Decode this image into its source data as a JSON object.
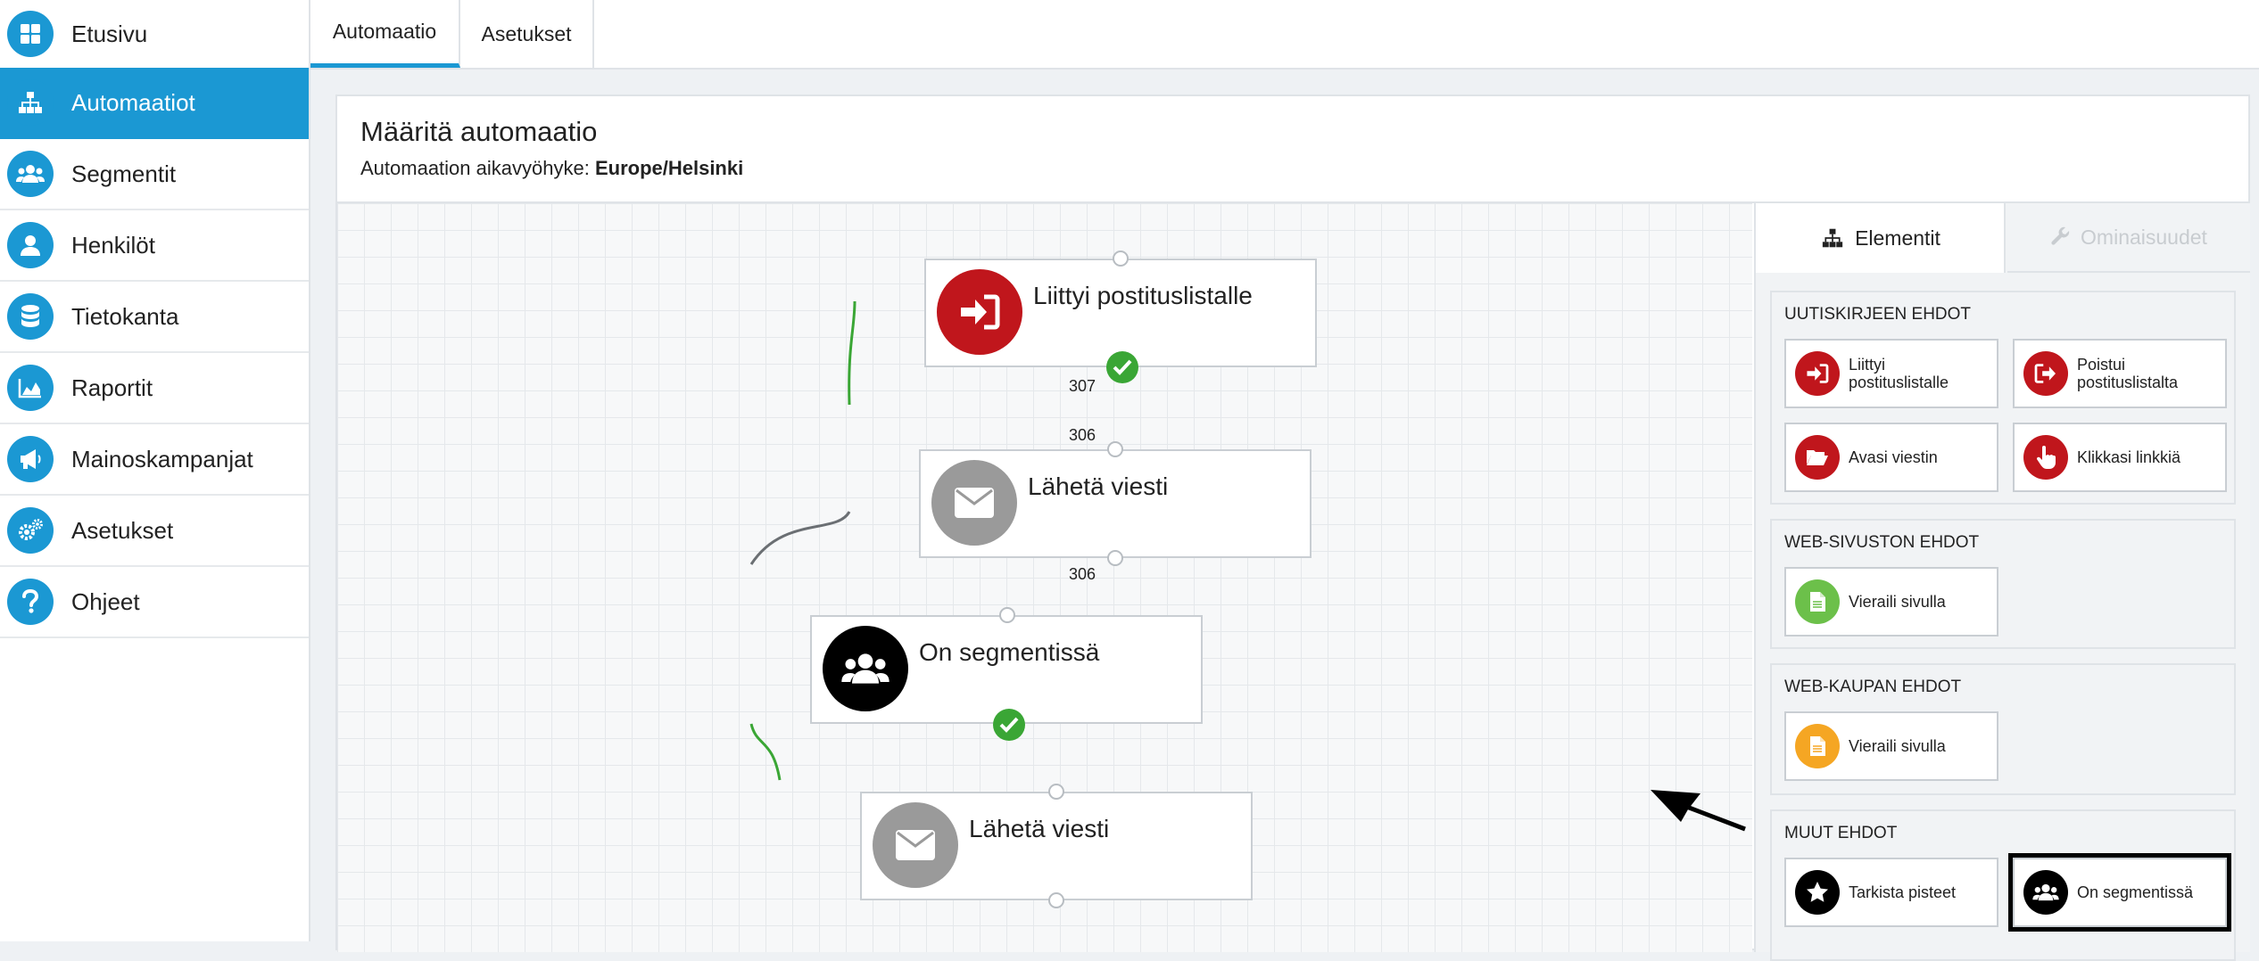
{
  "sidebar": {
    "items": [
      {
        "label": "Etusivu",
        "icon": "grid-icon"
      },
      {
        "label": "Automaatiot",
        "icon": "sitemap-icon",
        "active": true
      },
      {
        "label": "Segmentit",
        "icon": "users-icon"
      },
      {
        "label": "Henkilöt",
        "icon": "user-icon"
      },
      {
        "label": "Tietokanta",
        "icon": "database-icon"
      },
      {
        "label": "Raportit",
        "icon": "area-chart-icon"
      },
      {
        "label": "Mainoskampanjat",
        "icon": "megaphone-icon"
      },
      {
        "label": "Asetukset",
        "icon": "gears-icon"
      },
      {
        "label": "Ohjeet",
        "icon": "question-icon"
      }
    ]
  },
  "topbar": {
    "tabs": [
      {
        "label": "Automaatio",
        "active": true
      },
      {
        "label": "Asetukset"
      }
    ]
  },
  "panel": {
    "title": "Määritä automaatio",
    "timezone_prefix": "Automaation aikavyöhyke:",
    "timezone_value": "Europe/Helsinki"
  },
  "canvas": {
    "nodes": [
      {
        "label": "Liittyi postituslistalle",
        "icon": "sign-in-icon",
        "color": "#c0161c"
      },
      {
        "label": "Lähetä viesti",
        "icon": "envelope-icon",
        "color": "#9a9a9a"
      },
      {
        "label": "On segmentissä",
        "icon": "users-icon",
        "color": "#000000"
      },
      {
        "label": "Lähetä viesti",
        "icon": "envelope-icon",
        "color": "#9a9a9a"
      }
    ],
    "counts": {
      "c1_out": "307",
      "c1_in": "306",
      "c2_out": "306"
    }
  },
  "side_panel": {
    "tabs": [
      {
        "label": "Elementit",
        "icon": "sitemap-icon",
        "active": true
      },
      {
        "label": "Ominaisuudet",
        "icon": "wrench-icon",
        "disabled": true
      }
    ],
    "groups": [
      {
        "title": "UUTISKIRJEEN EHDOT",
        "items": [
          {
            "label": "Liittyi postituslistalle",
            "icon": "sign-in-icon",
            "color": "#c0161c"
          },
          {
            "label": "Poistui postituslistalta",
            "icon": "sign-out-icon",
            "color": "#c0161c"
          },
          {
            "label": "Avasi viestin",
            "icon": "folder-open-icon",
            "color": "#c0161c"
          },
          {
            "label": "Klikkasi linkkiä",
            "icon": "pointer-hand-icon",
            "color": "#c0161c"
          }
        ]
      },
      {
        "title": "WEB-SIVUSTON EHDOT",
        "items": [
          {
            "label": "Vieraili sivulla",
            "icon": "document-icon",
            "color": "#6cc04a"
          }
        ]
      },
      {
        "title": "WEB-KAUPAN EHDOT",
        "items": [
          {
            "label": "Vieraili sivulla",
            "icon": "document-icon",
            "color": "#f5a623"
          }
        ]
      },
      {
        "title": "MUUT EHDOT",
        "items": [
          {
            "label": "Tarkista pisteet",
            "icon": "star-icon",
            "color": "#000000"
          },
          {
            "label": "On segmentissä",
            "icon": "users-icon",
            "color": "#000000",
            "highlighted": true
          }
        ]
      }
    ]
  },
  "colors": {
    "accent": "#1b98d3",
    "success": "#3aa635",
    "danger": "#c0161c"
  }
}
